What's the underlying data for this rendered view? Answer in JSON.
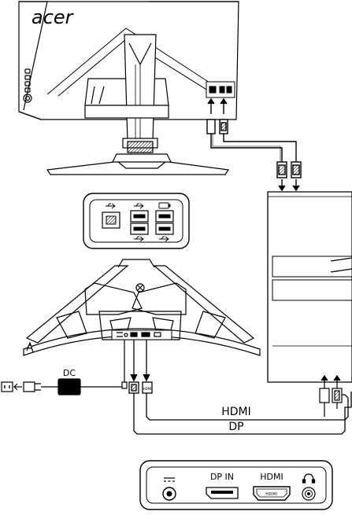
{
  "monitor": {
    "brand": "acer"
  },
  "cables": {
    "dc_label": "DC",
    "hdmi_label": "HDMI",
    "dp_label": "DP"
  },
  "port_panel": {
    "dp_in_label": "DP IN",
    "hdmi_label": "HDMI",
    "hdmi_connector_text": "HDMI",
    "dc_icon": "dc-power-symbol",
    "headphone_icon": "headphone-icon"
  },
  "usb_hub": {
    "icon": "usb-icon",
    "fast_charge_icon": "battery-usb-icon"
  }
}
